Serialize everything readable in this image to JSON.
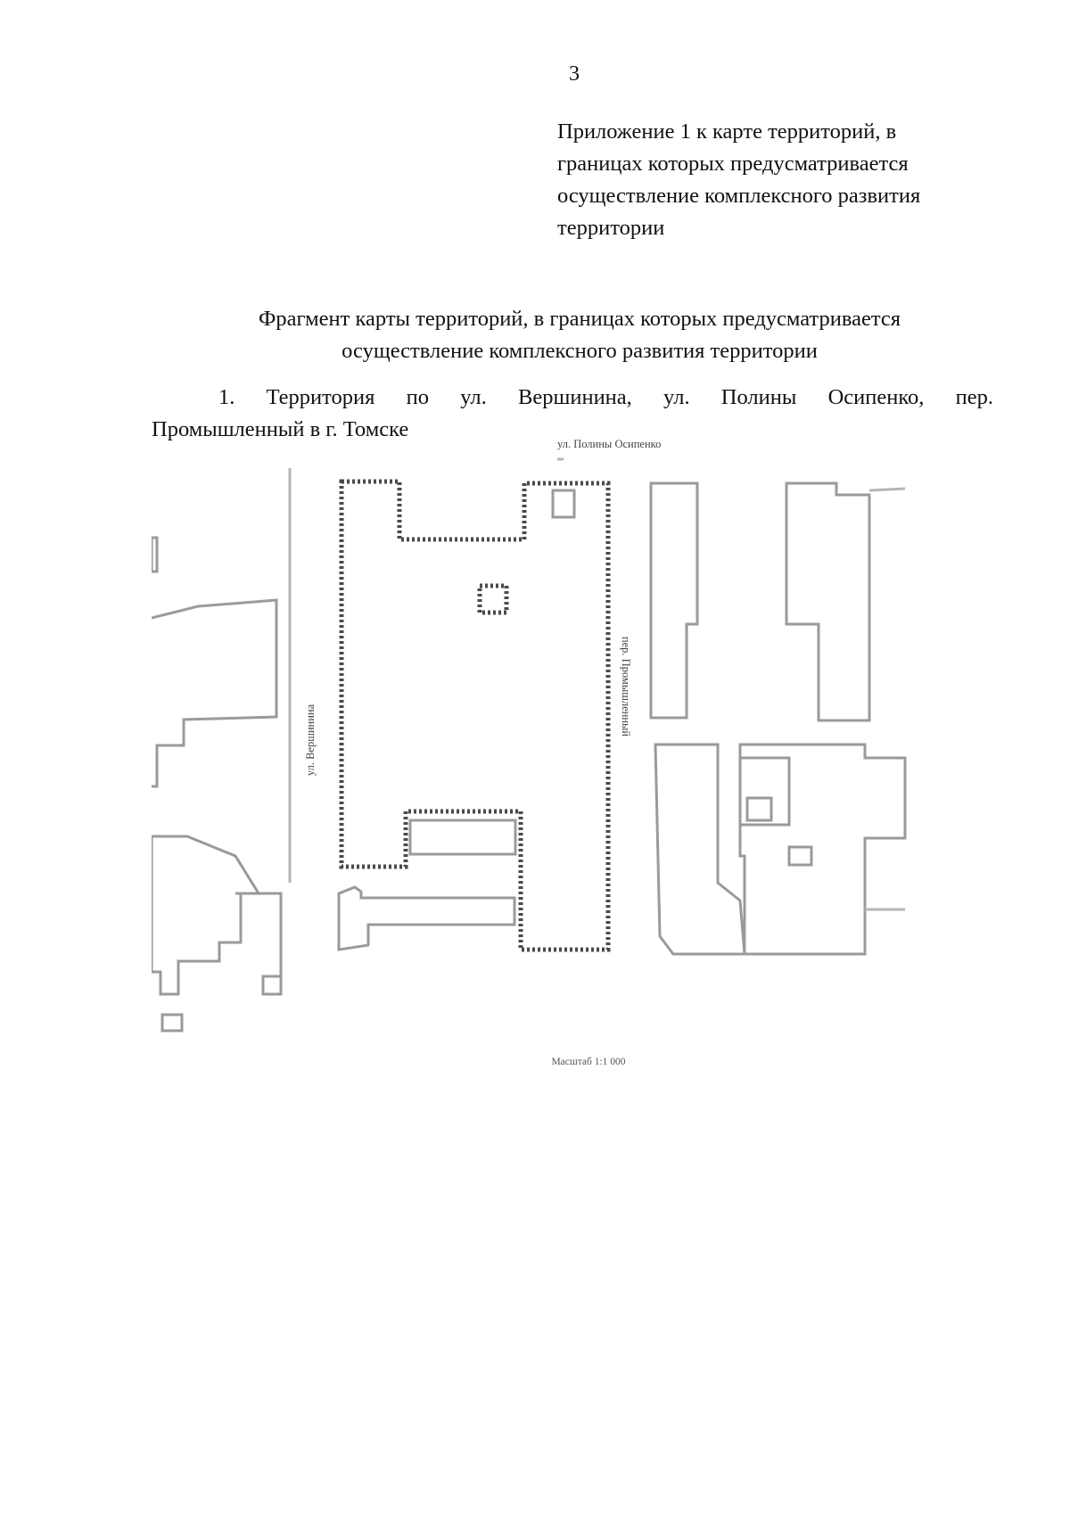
{
  "page_number": "3",
  "appendix": {
    "lines": [
      "Приложение 1 к карте территорий, в",
      "границах которых предусматривается",
      "осуществление комплексного развития",
      "территории"
    ]
  },
  "heading": {
    "line1": "Фрагмент карты территорий, в границах которых предусматривается",
    "line2": "осуществление комплексного развития территории"
  },
  "item": {
    "line1": "1. Территория по ул. Вершинина, ул. Полины Осипенко, пер.",
    "line2": "Промышленный в г. Томске"
  },
  "map": {
    "street_top": "ул. Полины Осипенко",
    "street_left": "ул. Вершинина",
    "street_right": "пер. Промышленный",
    "scale": "Масштаб 1:1 000"
  }
}
